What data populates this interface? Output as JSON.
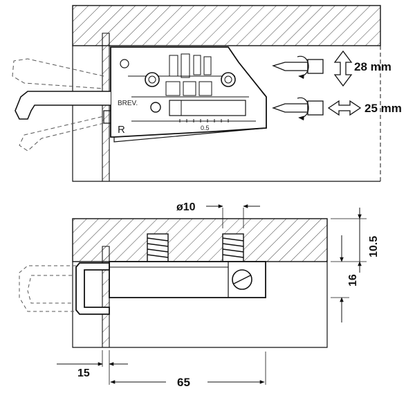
{
  "top_view": {
    "brand_mark": "BREV.",
    "side_letter": "R",
    "scale_label": "0.5",
    "height_adjust": "28 mm",
    "depth_adjust": "25 mm"
  },
  "bottom_view": {
    "bore_diameter": "ø10",
    "top_offset": "10.5",
    "body_height": "16",
    "overhang": "15",
    "total_depth": "65"
  },
  "colors": {
    "line": "#111111",
    "hatch": "#444444",
    "ghost": "#555555"
  }
}
